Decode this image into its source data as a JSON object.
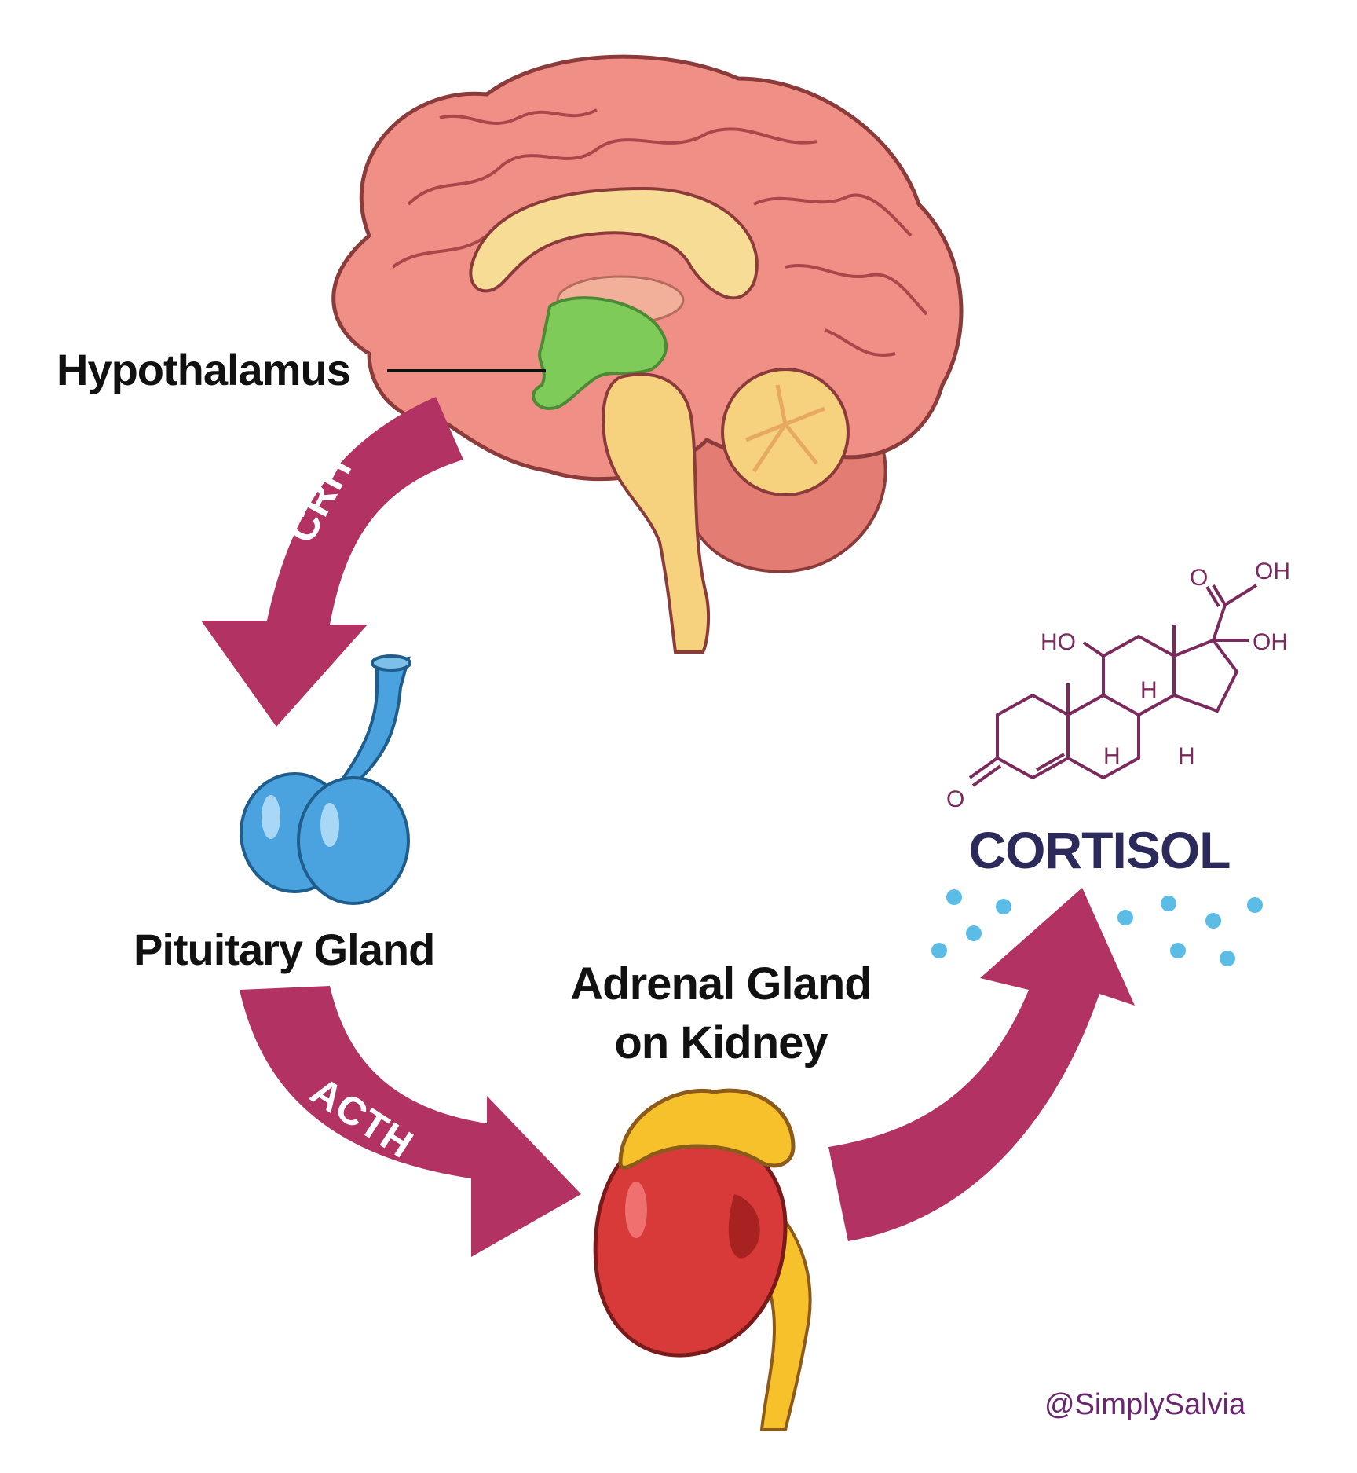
{
  "labels": {
    "hypothalamus": "Hypothalamus",
    "pituitary": "Pituitary Gland",
    "adrenal_line1": "Adrenal Gland",
    "adrenal_line2": "on Kidney",
    "cortisol": "CORTISOL"
  },
  "arrows": {
    "crh": "CRH",
    "acth": "ACTH"
  },
  "molecule": {
    "atoms": [
      "O",
      "OH",
      "HO",
      "OH",
      "H",
      "H",
      "H",
      "O"
    ]
  },
  "credit": "@SimplySalvia",
  "colors": {
    "arrow": "#b23363",
    "brain": "#f08f86",
    "hypothalamus": "#7fcb5a",
    "pituitary": "#4aa3df",
    "kidney": "#d83a3a",
    "adrenal": "#f6c12b",
    "cortisol_text": "#2c2a5a",
    "molecule": "#7a2a5c",
    "droplets": "#5bbde6"
  }
}
